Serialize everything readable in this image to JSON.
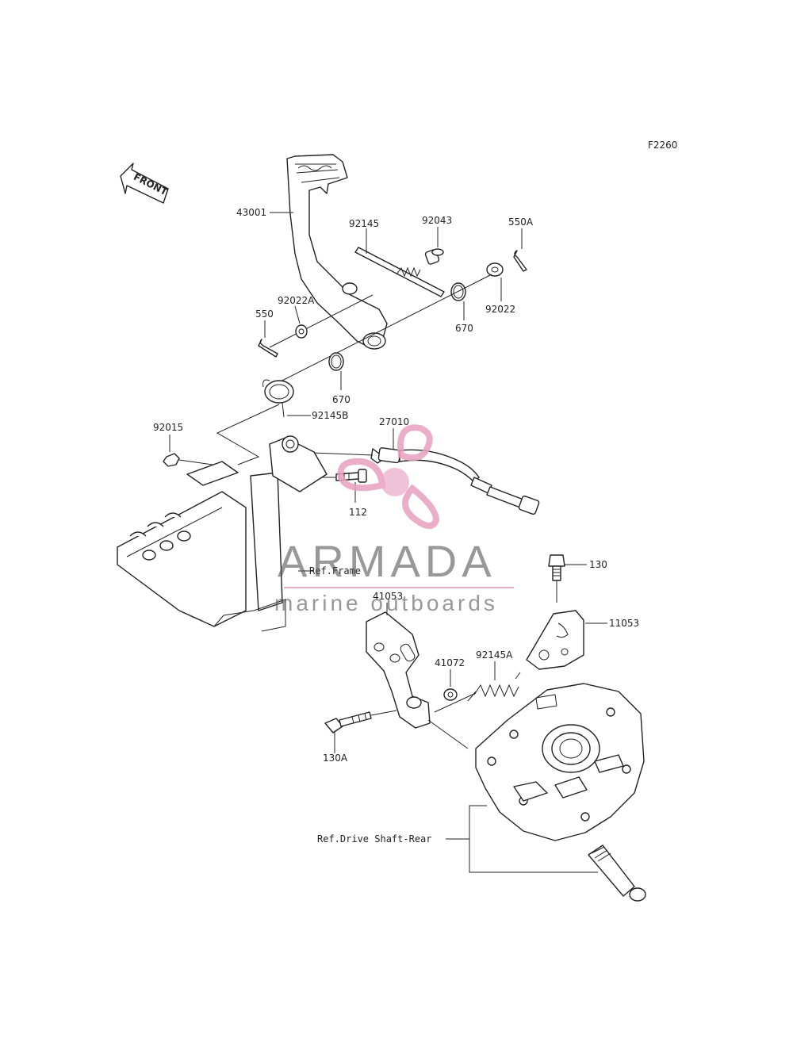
{
  "diagram": {
    "figure_code": "F2260",
    "front_label": "FRONT",
    "labels": {
      "p43001": "43001",
      "p92145": "92145",
      "p92043": "92043",
      "p550a": "550A",
      "p92022a": "92022A",
      "p550": "550",
      "p670a": "670",
      "p92022": "92022",
      "p670b": "670",
      "p92145b": "92145B",
      "p27010": "27010",
      "p92015": "92015",
      "p112": "112",
      "ref_frame": "Ref.Frame",
      "p130": "130",
      "p41053": "41053",
      "p11053": "11053",
      "p41072": "41072",
      "p92145a": "92145A",
      "p130a": "130A",
      "ref_drive_shaft": "Ref.Drive Shaft-Rear"
    }
  },
  "watermark": {
    "brand": "ARMADA",
    "tagline": "marine outboards",
    "logo_color": "#e8a0c0",
    "text_color": "#555555"
  }
}
